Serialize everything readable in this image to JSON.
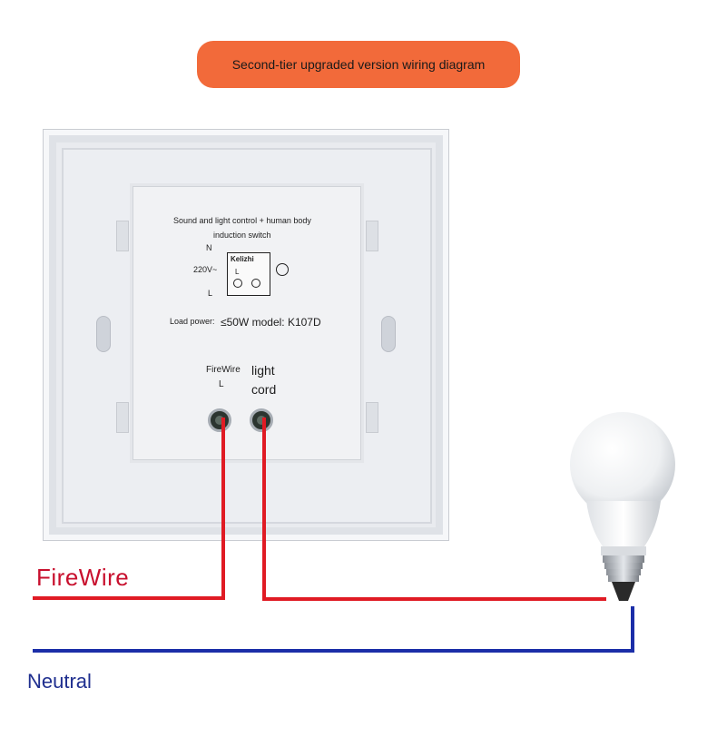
{
  "banner": {
    "title": "Second-tier upgraded version wiring diagram",
    "color": "#f26a3a"
  },
  "module_label": {
    "title_line1": "Sound and light control + human body",
    "title_line2": "induction switch",
    "n": "N",
    "voltage": "220V~",
    "l_left": "L",
    "brand": "Kelizhi",
    "l_inner": "L",
    "load_power": "Load power:",
    "model": "≤50W model: K107D"
  },
  "terminals": {
    "firewire_label": "FireWire",
    "firewire_l": "L",
    "light_line1": "light",
    "light_line2": "cord"
  },
  "wire_labels": {
    "live": "FireWire",
    "neutral": "Neutral"
  },
  "colors": {
    "live": "#e01b24",
    "neutral": "#1b2ea8"
  }
}
